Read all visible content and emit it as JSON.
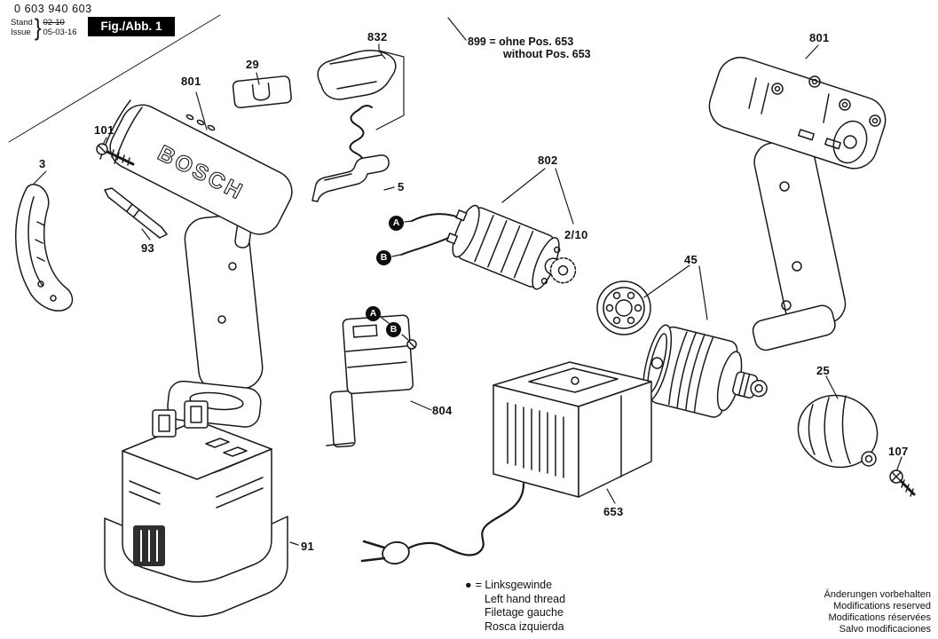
{
  "header": {
    "part_number": "0 603 940 603",
    "stand_label": "Stand",
    "issue_label": "Issue",
    "brace": "}",
    "stand_value": "02-10",
    "issue_value": "05-03-16",
    "figure_label": "Fig./Abb. 1"
  },
  "note": {
    "line1": "899 = ohne Pos. 653",
    "line2": "without Pos. 653"
  },
  "brand": "BOSCH",
  "callouts": [
    {
      "id": "832",
      "text": "832"
    },
    {
      "id": "29",
      "text": "29"
    },
    {
      "id": "801-left",
      "text": "801"
    },
    {
      "id": "101",
      "text": "101"
    },
    {
      "id": "3",
      "text": "3"
    },
    {
      "id": "5",
      "text": "5"
    },
    {
      "id": "802",
      "text": "802"
    },
    {
      "id": "2-10",
      "text": "2/10"
    },
    {
      "id": "93",
      "text": "93"
    },
    {
      "id": "45",
      "text": "45"
    },
    {
      "id": "801-right",
      "text": "801"
    },
    {
      "id": "25",
      "text": "25"
    },
    {
      "id": "107",
      "text": "107"
    },
    {
      "id": "804",
      "text": "804"
    },
    {
      "id": "653",
      "text": "653"
    },
    {
      "id": "91",
      "text": "91"
    }
  ],
  "markers": [
    {
      "text": "A"
    },
    {
      "text": "B"
    },
    {
      "text": "A"
    },
    {
      "text": "B"
    }
  ],
  "legend": {
    "symbol": "●",
    "line1": "= Linksgewinde",
    "line2": "Left hand thread",
    "line3": "Filetage gauche",
    "line4": "Rosca izquierda"
  },
  "footer": {
    "line1": "Änderungen vorbehalten",
    "line2": "Modifications reserved",
    "line3": "Modifications réservées",
    "line4": "Salvo modificaciones"
  }
}
